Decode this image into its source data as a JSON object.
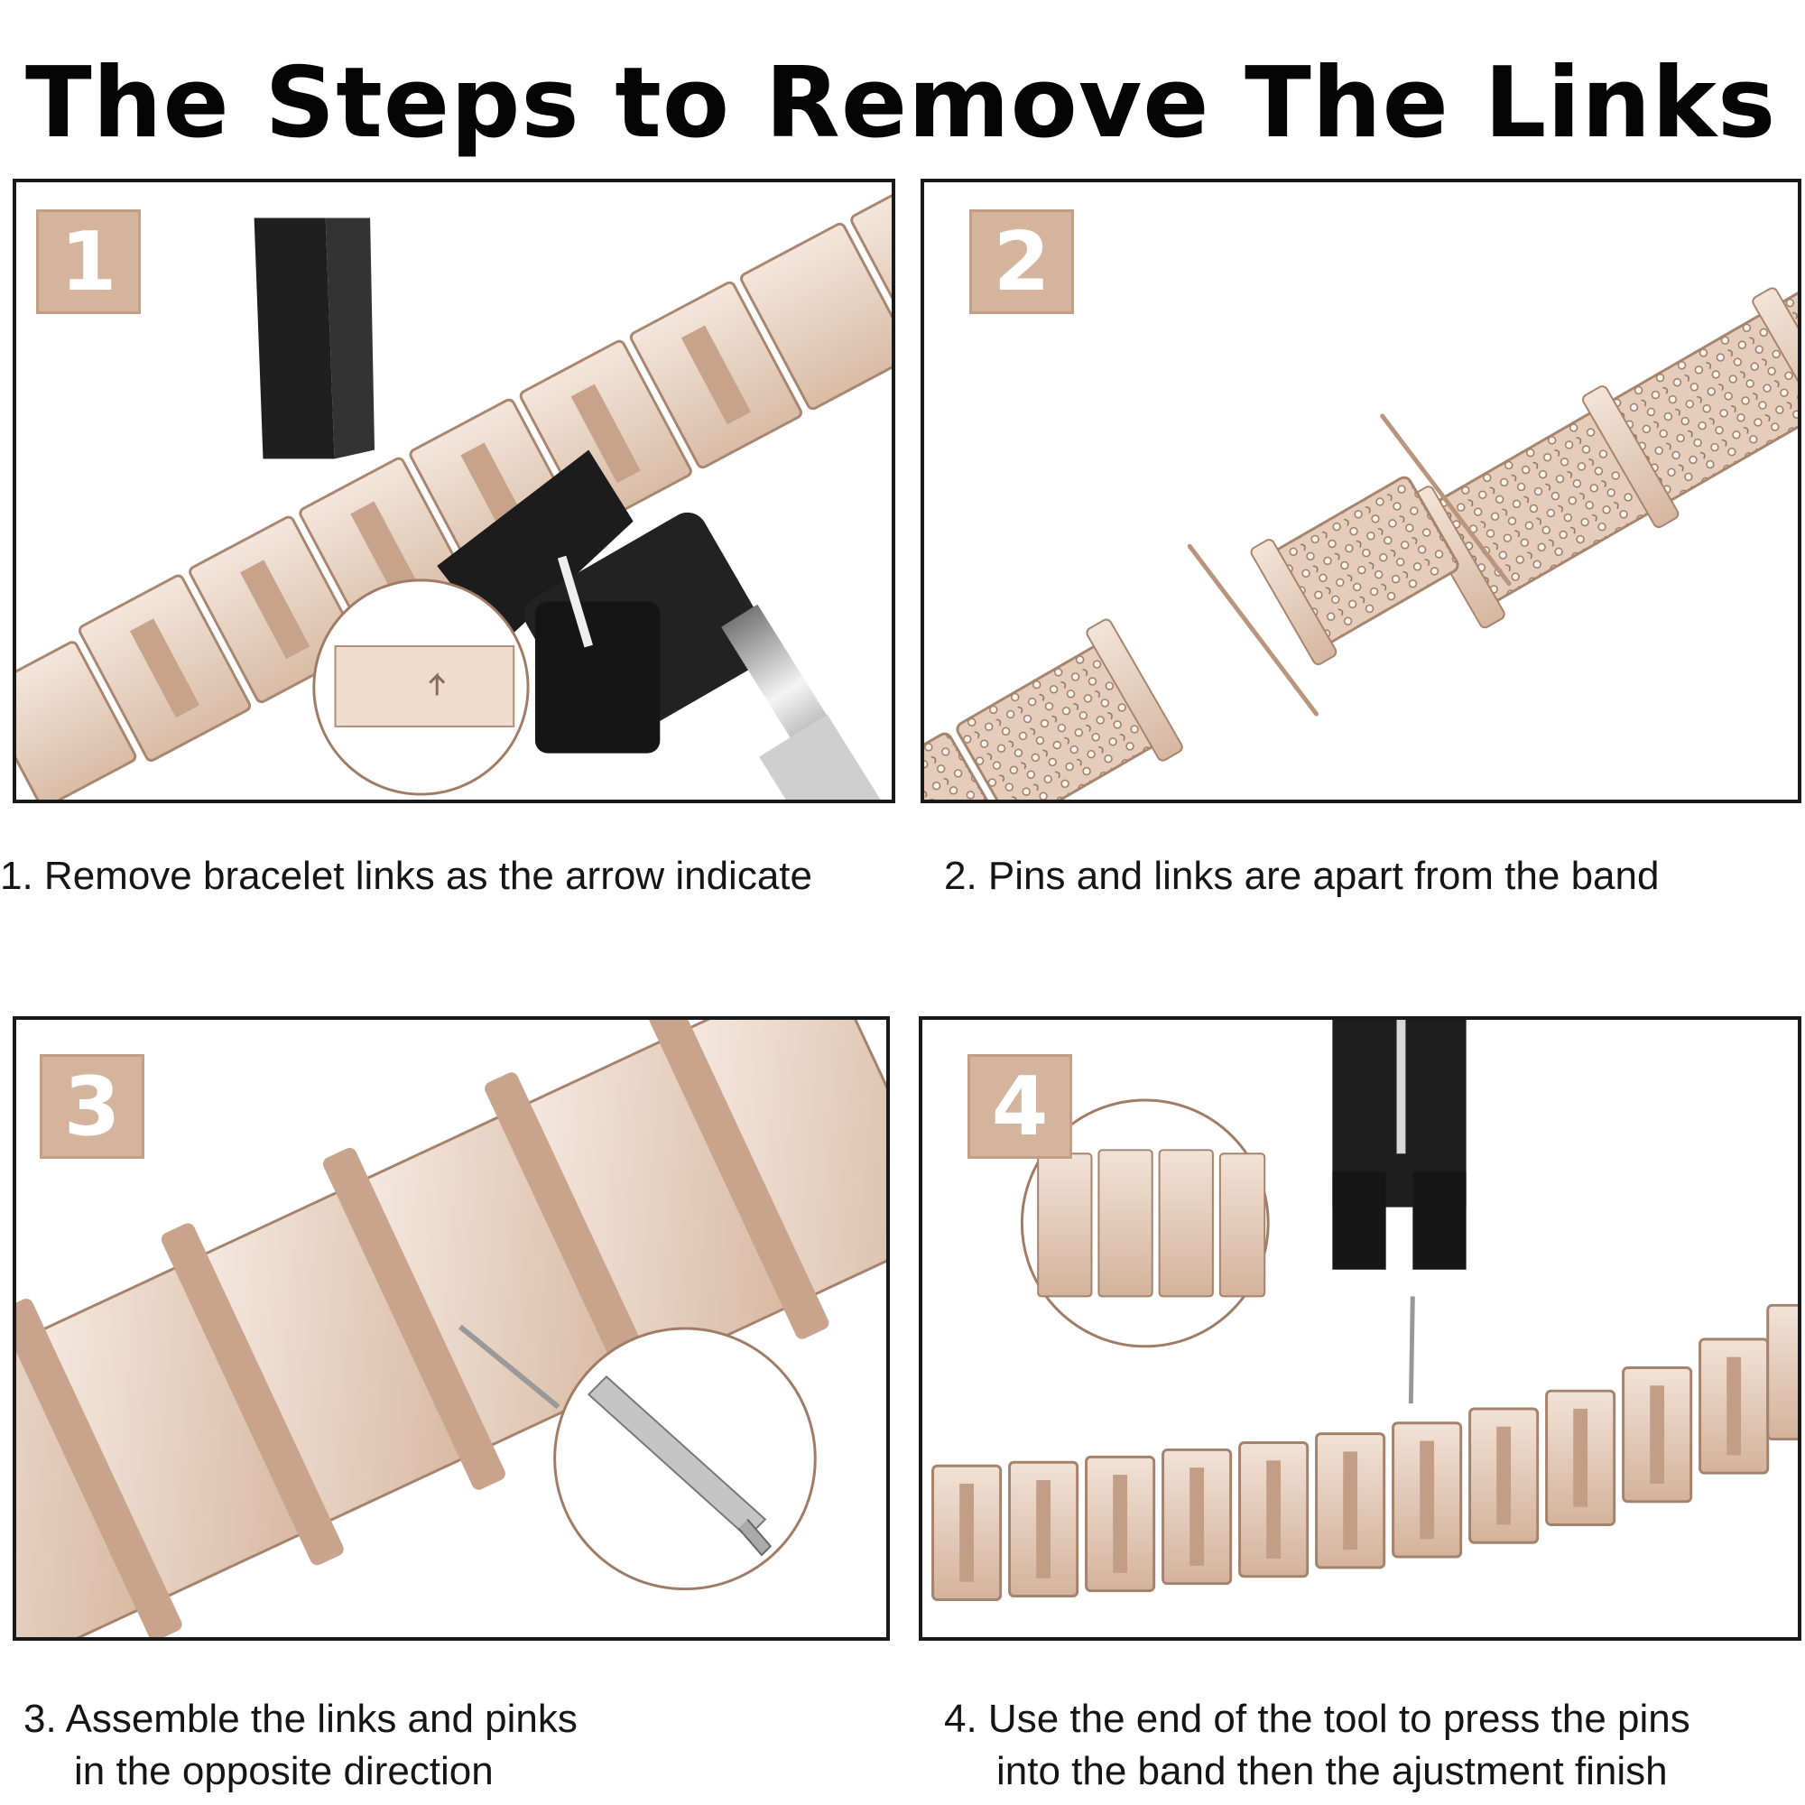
{
  "title": "The Steps to Remove The Links",
  "colors": {
    "badge": "#d5b49d",
    "metal_light": "#f1e2d6",
    "metal_mid": "#dcc0ac",
    "metal_dark": "#b89680",
    "tool": "#1c1c1c",
    "frame": "#1a1a1a"
  },
  "steps": [
    {
      "number": "1",
      "caption_lines": [
        "1. Remove bracelet links as the arrow indicate"
      ]
    },
    {
      "number": "2",
      "caption_lines": [
        "2. Pins and links are apart from the band"
      ]
    },
    {
      "number": "3",
      "caption_lines": [
        "3. Assemble the links and pinks",
        "in the opposite direction"
      ]
    },
    {
      "number": "4",
      "caption_lines": [
        "4. Use the end of the tool to press the pins",
        "into the band then the ajustment finish"
      ]
    }
  ]
}
